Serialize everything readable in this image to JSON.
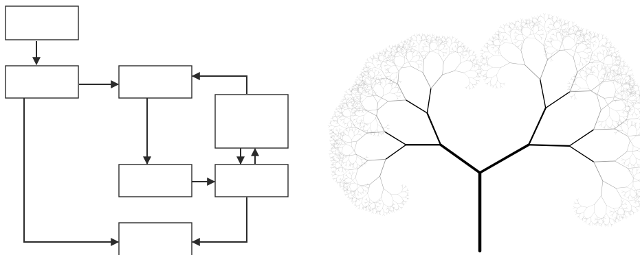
{
  "flowchart": {
    "nodes": [
      {
        "id": "n1",
        "text": ""
      },
      {
        "id": "n2",
        "text": ""
      },
      {
        "id": "n3",
        "text": ""
      },
      {
        "id": "n4",
        "text": ""
      },
      {
        "id": "n5",
        "text": ""
      },
      {
        "id": "n6",
        "text": ""
      },
      {
        "id": "n7",
        "text": ""
      }
    ],
    "edges": [
      {
        "from": "n1",
        "to": "n2"
      },
      {
        "from": "n2",
        "to": "n3"
      },
      {
        "from": "n2",
        "to": "n7"
      },
      {
        "from": "n3",
        "to": "n5"
      },
      {
        "from": "n5",
        "to": "n6"
      },
      {
        "from": "n4",
        "to": "n3"
      },
      {
        "from": "n4",
        "to": "n6"
      },
      {
        "from": "n6",
        "to": "n4"
      },
      {
        "from": "n6",
        "to": "n7"
      }
    ],
    "colors": {
      "line": "#2b2b2b",
      "fill": "#ffffff"
    }
  },
  "fractal_tree": {
    "type": "binary branching fractal tree",
    "colors": {
      "trunk": "#000000",
      "leaves": "#9a9a9a"
    }
  }
}
